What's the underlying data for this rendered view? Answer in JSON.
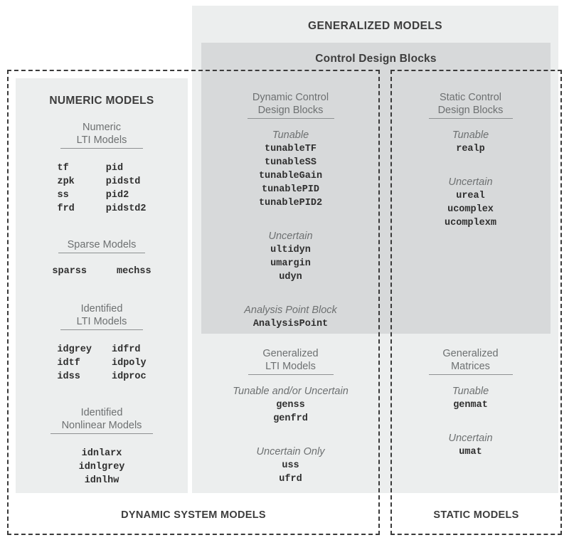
{
  "diagram": {
    "generalized_models_title": "GENERALIZED MODELS",
    "control_design_blocks_title": "Control Design Blocks",
    "numeric_models_title": "NUMERIC MODELS",
    "bottom_labels": {
      "dynamic": "DYNAMIC SYSTEM MODELS",
      "static": "STATIC MODELS"
    },
    "colors": {
      "outer_panel": "#eceeee",
      "inner_panel": "#d7d9da",
      "dashed_border": "#3a3a3a",
      "heading_text": "#3d3d3d",
      "group_text": "#6d7071",
      "function_text": "#2f2f2f"
    }
  },
  "numeric_column": {
    "groups": [
      {
        "head_line1": "Numeric",
        "head_line2": "LTI Models",
        "columns": [
          [
            "tf",
            "zpk",
            "ss",
            "frd"
          ],
          [
            "pid",
            "pidstd",
            "pid2",
            "pidstd2"
          ]
        ]
      },
      {
        "head_line1": "Sparse Models",
        "head_line2": "",
        "inline": [
          "sparss",
          "mechss"
        ]
      },
      {
        "head_line1": "Identified",
        "head_line2": "LTI Models",
        "columns": [
          [
            "idgrey",
            "idtf",
            "idss"
          ],
          [
            "idfrd",
            "idpoly",
            "idproc"
          ]
        ]
      },
      {
        "head_line1": "Identified",
        "head_line2": "Nonlinear Models",
        "items": [
          "idnlarx",
          "idnlgrey",
          "idnlhw"
        ]
      }
    ]
  },
  "dynamic_control_design_blocks": {
    "head_line1": "Dynamic Control",
    "head_line2": "Design Blocks",
    "sections": [
      {
        "subhead": "Tunable",
        "items": [
          "tunableTF",
          "tunableSS",
          "tunableGain",
          "tunablePID",
          "tunablePID2"
        ]
      },
      {
        "subhead": "Uncertain",
        "items": [
          "ultidyn",
          "umargin",
          "udyn"
        ]
      },
      {
        "subhead": "Analysis Point Block",
        "items": [
          "AnalysisPoint"
        ]
      }
    ]
  },
  "static_control_design_blocks": {
    "head_line1": "Static Control",
    "head_line2": "Design Blocks",
    "sections": [
      {
        "subhead": "Tunable",
        "items": [
          "realp"
        ]
      },
      {
        "subhead": "Uncertain",
        "items": [
          "ureal",
          "ucomplex",
          "ucomplexm"
        ]
      }
    ]
  },
  "generalized_lti_models": {
    "head_line1": "Generalized",
    "head_line2": "LTI Models",
    "sections": [
      {
        "subhead": "Tunable and/or Uncertain",
        "items": [
          "genss",
          "genfrd"
        ]
      },
      {
        "subhead": "Uncertain Only",
        "items": [
          "uss",
          "ufrd"
        ]
      }
    ]
  },
  "generalized_matrices": {
    "head_line1": "Generalized",
    "head_line2": "Matrices",
    "sections": [
      {
        "subhead": "Tunable",
        "items": [
          "genmat"
        ]
      },
      {
        "subhead": "Uncertain",
        "items": [
          "umat"
        ]
      }
    ]
  }
}
